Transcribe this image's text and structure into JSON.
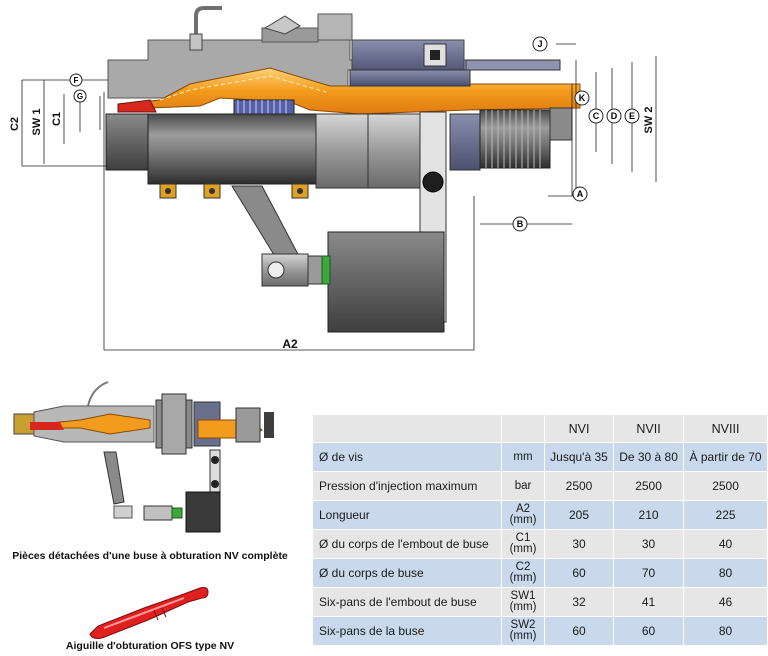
{
  "drawing": {
    "dimension_labels": {
      "J": "J",
      "F": "F",
      "G": "G",
      "K": "K",
      "C": "C",
      "D": "D",
      "E": "E",
      "A": "A",
      "B": "B",
      "C2": "C2",
      "SW1": "SW 1",
      "C1": "C1",
      "SW2": "SW 2",
      "A2": "A2"
    }
  },
  "captions": {
    "parts": "Pièces détachées d'une buse à obturation NV complète",
    "needle": "Aiguille d'obturation OFS type NV"
  },
  "table": {
    "headers": [
      "",
      "",
      "NVI",
      "NVII",
      "NVIII"
    ],
    "rows": [
      {
        "label": "Ø de vis",
        "unit": "mm",
        "unit_sub": "",
        "values": [
          "Jusqu'à 35",
          "De 30 à 80",
          "À partir de 70"
        ]
      },
      {
        "label": "Pression d'injection maximum",
        "unit": "bar",
        "unit_sub": "",
        "values": [
          "2500",
          "2500",
          "2500"
        ]
      },
      {
        "label": "Longueur",
        "unit": "A2",
        "unit_sub": "(mm)",
        "values": [
          "205",
          "210",
          "225"
        ]
      },
      {
        "label": "Ø du corps de l'embout de buse",
        "unit": "C1",
        "unit_sub": "(mm)",
        "values": [
          "30",
          "30",
          "40"
        ]
      },
      {
        "label": "Ø du corps de buse",
        "unit": "C2",
        "unit_sub": "(mm)",
        "values": [
          "60",
          "70",
          "80"
        ]
      },
      {
        "label": "Six-pans de l'embout de buse",
        "unit": "SW1",
        "unit_sub": "(mm)",
        "values": [
          "32",
          "41",
          "46"
        ]
      },
      {
        "label": "Six-pans de la buse",
        "unit": "SW2",
        "unit_sub": "(mm)",
        "values": [
          "60",
          "60",
          "80"
        ]
      }
    ]
  },
  "colors": {
    "steel_dark": "#5a5a5a",
    "steel_mid": "#8c8c8c",
    "steel_light": "#bdbdbd",
    "blue_steel": "#6a6f8c",
    "melt_orange": "#f29a1a",
    "melt_red": "#d8281e",
    "needle_red": "#e02020",
    "table_blue": "#c9d8eb",
    "table_grey": "#e6e6e6"
  }
}
